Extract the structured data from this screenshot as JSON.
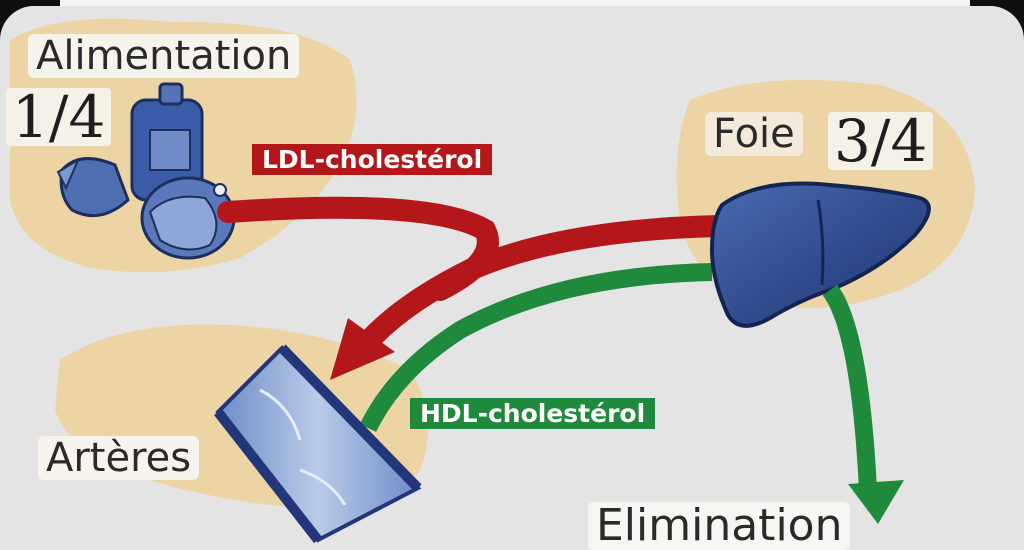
{
  "labels": {
    "alimentation": "Alimentation",
    "alimentation_fraction": "1/4",
    "foie": "Foie",
    "foie_fraction": "3/4",
    "arteres": "Artères",
    "elimination": "Elimination",
    "ldl": "LDL-cholestérol",
    "hdl": "HDL-cholestérol"
  },
  "colors": {
    "background": "#e4e4e4",
    "blob": "#ecd4a4",
    "ldl_red": "#b3171a",
    "hdl_green": "#1f8a3c",
    "organ_blue": "#2c4a8c",
    "artery_blue": "#8aa6d6"
  },
  "icons": [
    "food-icon",
    "liver-icon",
    "artery-icon"
  ]
}
